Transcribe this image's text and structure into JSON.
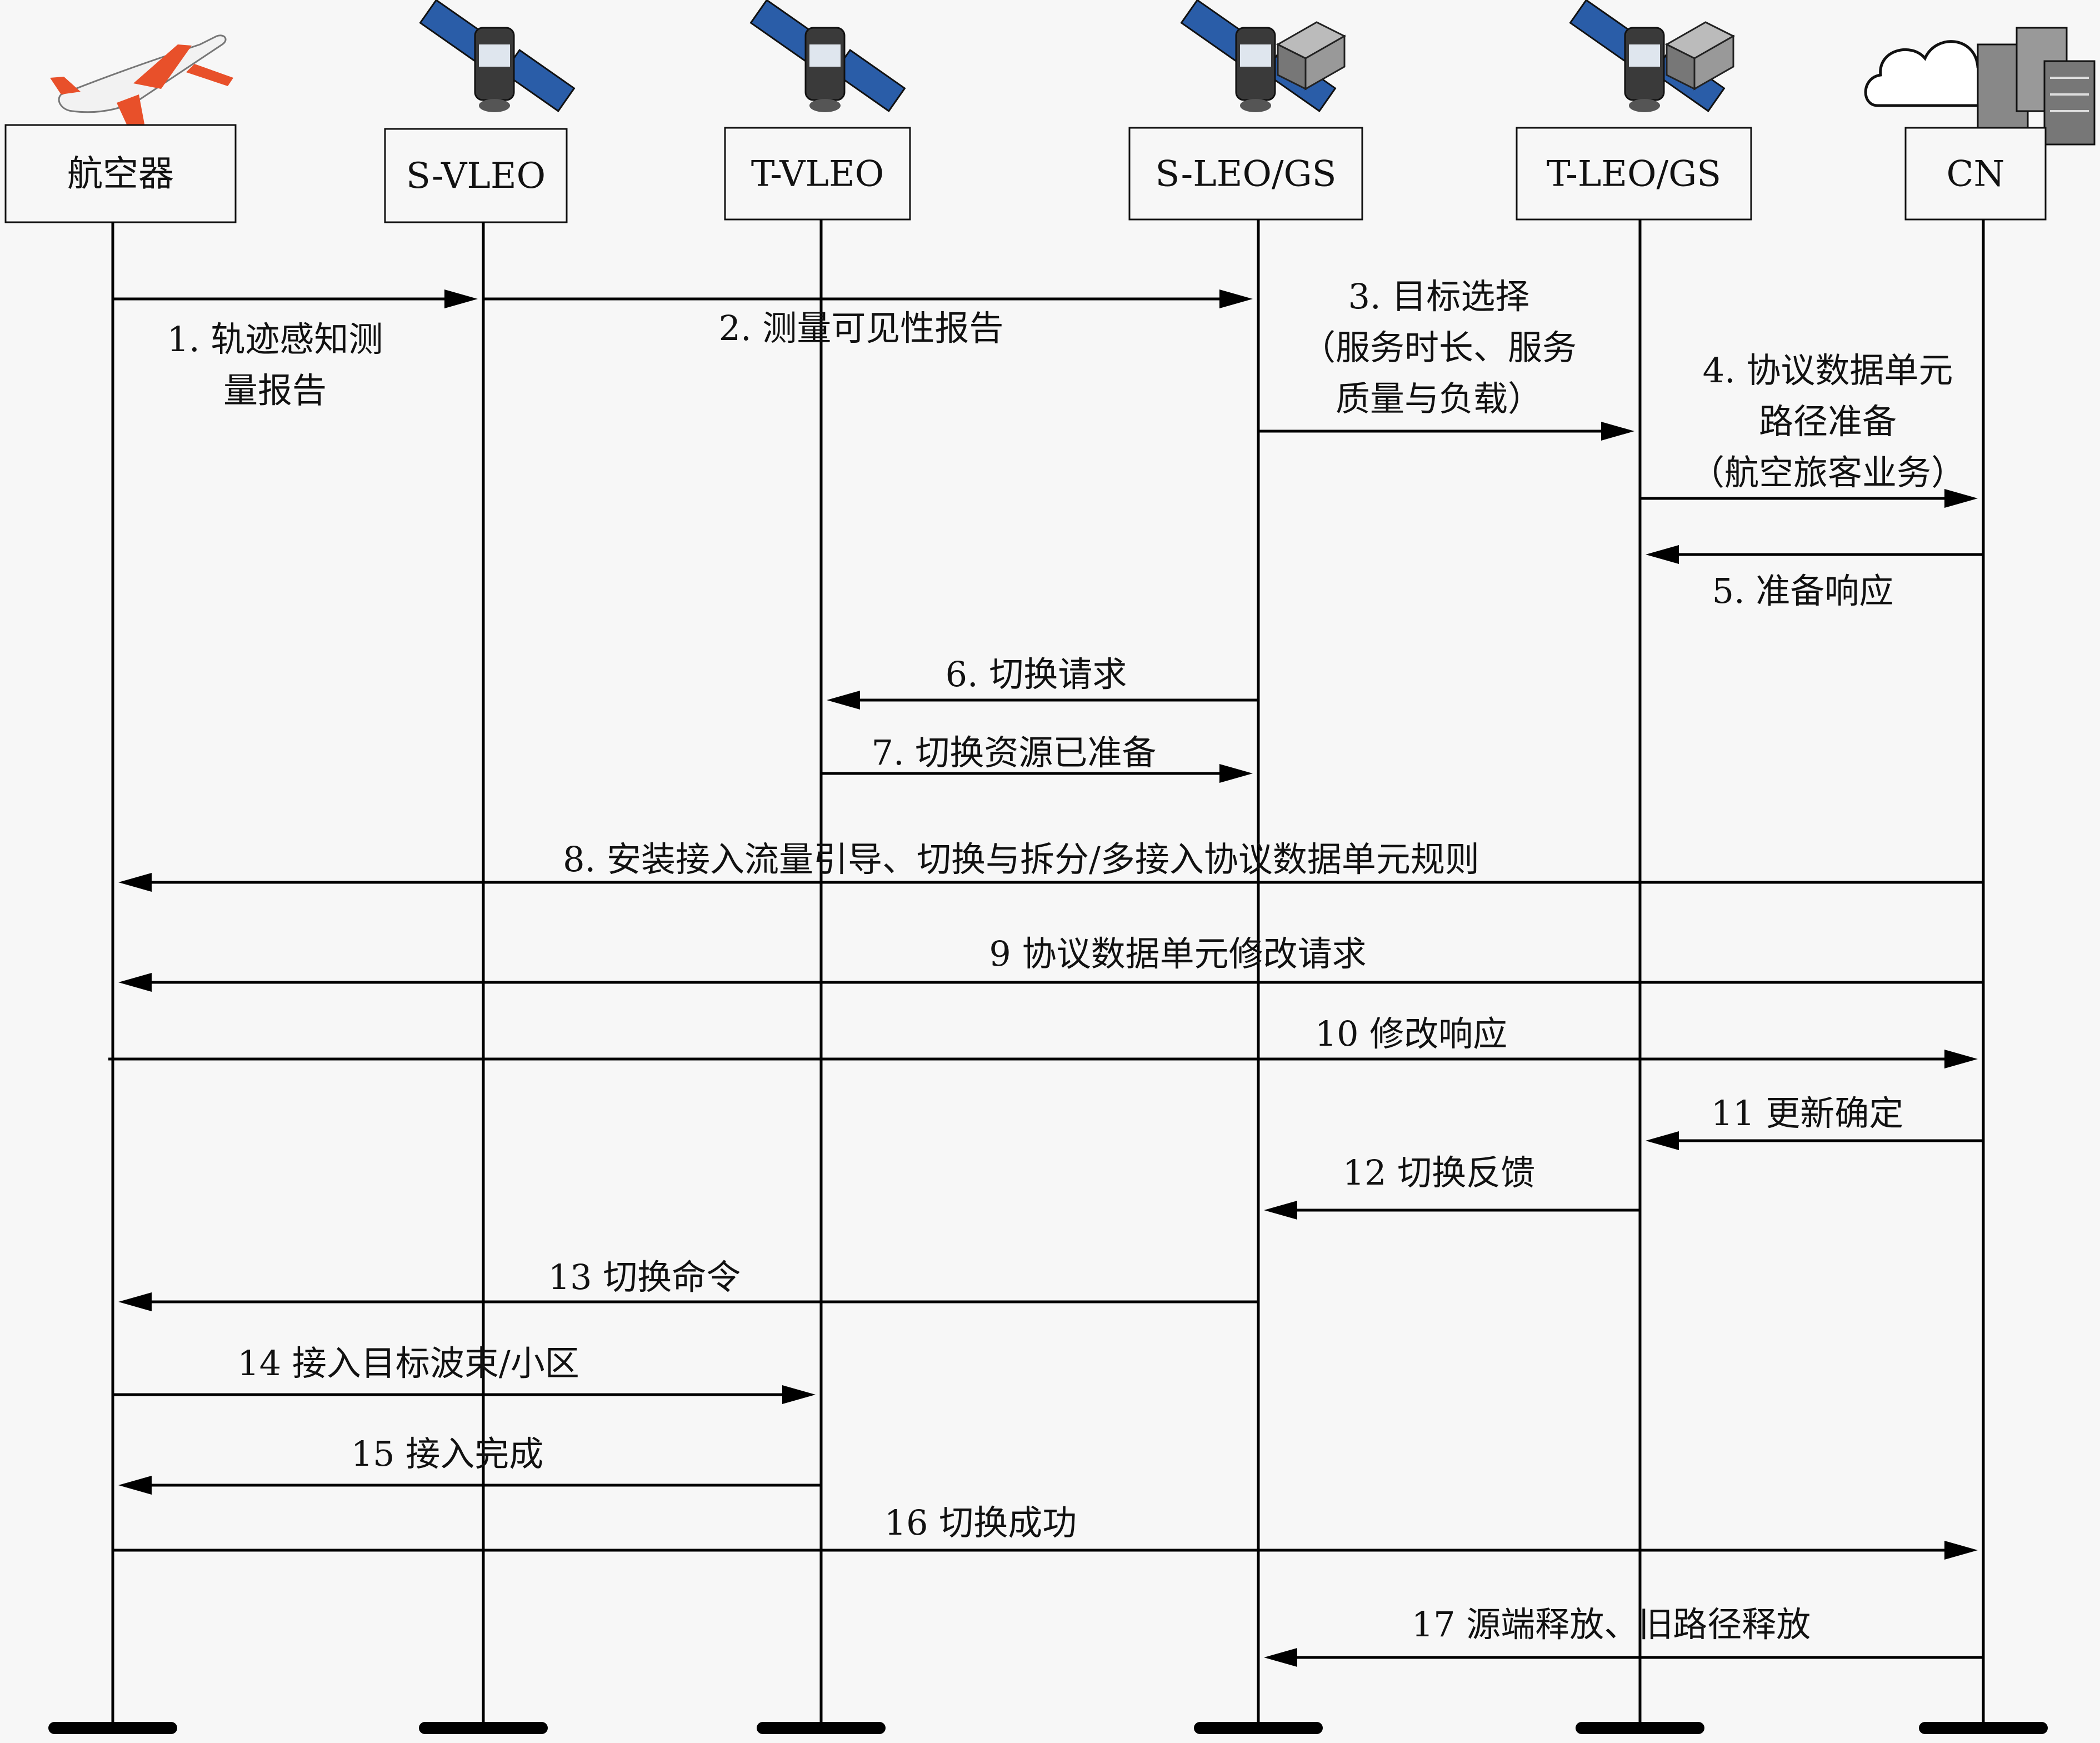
{
  "actors": [
    {
      "label": "航空器",
      "icon": "airplane-icon"
    },
    {
      "label": "S-VLEO",
      "icon": "satellite-icon"
    },
    {
      "label": "T-VLEO",
      "icon": "satellite-icon"
    },
    {
      "label": "S-LEO/GS",
      "icon": "satellite-ground-station-icon"
    },
    {
      "label": "T-LEO/GS",
      "icon": "satellite-ground-station-icon"
    },
    {
      "label": "CN",
      "icon": "cloud-servers-icon"
    }
  ],
  "messages": [
    {
      "lines": [
        "1. 轨迹感知测",
        "量报告"
      ]
    },
    {
      "lines": [
        "2. 测量可见性报告"
      ]
    },
    {
      "lines": [
        "3. 目标选择",
        "（服务时长、服务",
        "质量与负载）"
      ]
    },
    {
      "lines": [
        "4. 协议数据单元",
        "路径准备",
        "（航空旅客业务）"
      ]
    },
    {
      "lines": [
        "5. 准备响应"
      ]
    },
    {
      "lines": [
        "6. 切换请求"
      ]
    },
    {
      "lines": [
        "7. 切换资源已准备"
      ]
    },
    {
      "lines": [
        "8. 安装接入流量引导、切换与拆分/多接入协议数据单元规则"
      ]
    },
    {
      "lines": [
        "9 协议数据单元修改请求"
      ]
    },
    {
      "lines": [
        "10 修改响应"
      ]
    },
    {
      "lines": [
        "11 更新确定"
      ]
    },
    {
      "lines": [
        "12 切换反馈"
      ]
    },
    {
      "lines": [
        "13 切换命令"
      ]
    },
    {
      "lines": [
        "14 接入目标波束/小区"
      ]
    },
    {
      "lines": [
        "15 接入完成"
      ]
    },
    {
      "lines": [
        "16 切换成功"
      ]
    },
    {
      "lines": [
        "17 源端释放、旧路径释放"
      ]
    }
  ],
  "colors": {
    "airplane_body": "#f2f2f2",
    "airplane_accent": "#e8502a",
    "satellite_panel": "#2a5da8",
    "satellite_body": "#3a3a3a"
  }
}
